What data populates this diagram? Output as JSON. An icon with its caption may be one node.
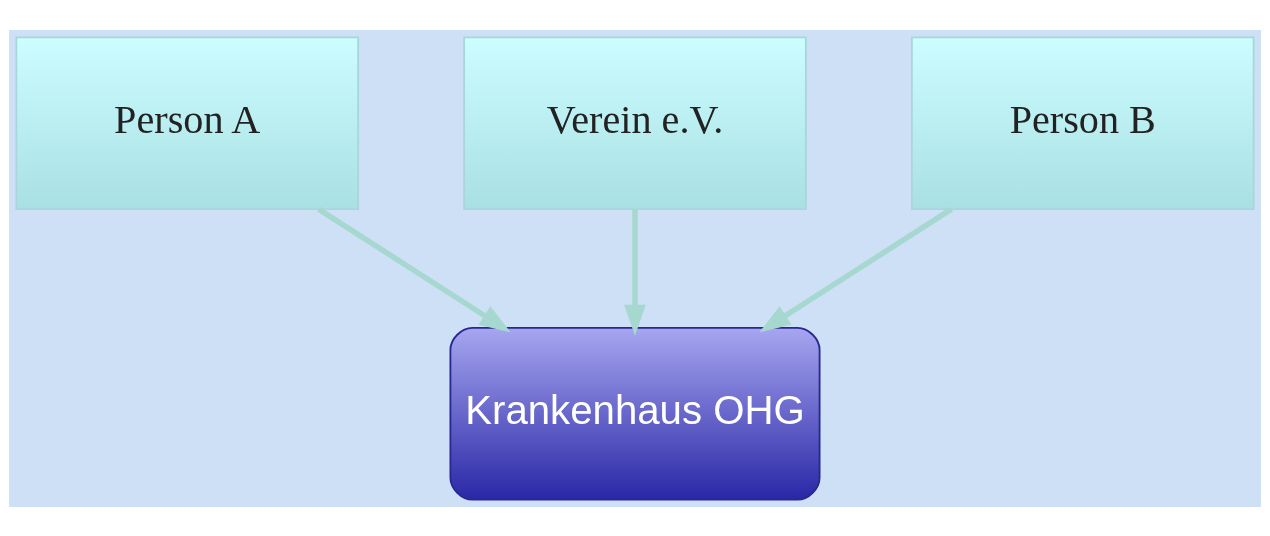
{
  "diagram": {
    "nodes": [
      {
        "text": [
          "Person A"
        ]
      },
      {
        "text": [
          "Verein e.V."
        ]
      },
      {
        "text": [
          "Person B"
        ]
      },
      {
        "text": [
          "Krankenhaus OHG"
        ]
      }
    ],
    "edges": [
      {
        "from": 0,
        "to": 3,
        "arrow": "to"
      },
      {
        "from": 1,
        "to": 3,
        "arrow": "to"
      },
      {
        "from": 2,
        "to": 3,
        "arrow": "to"
      }
    ]
  }
}
